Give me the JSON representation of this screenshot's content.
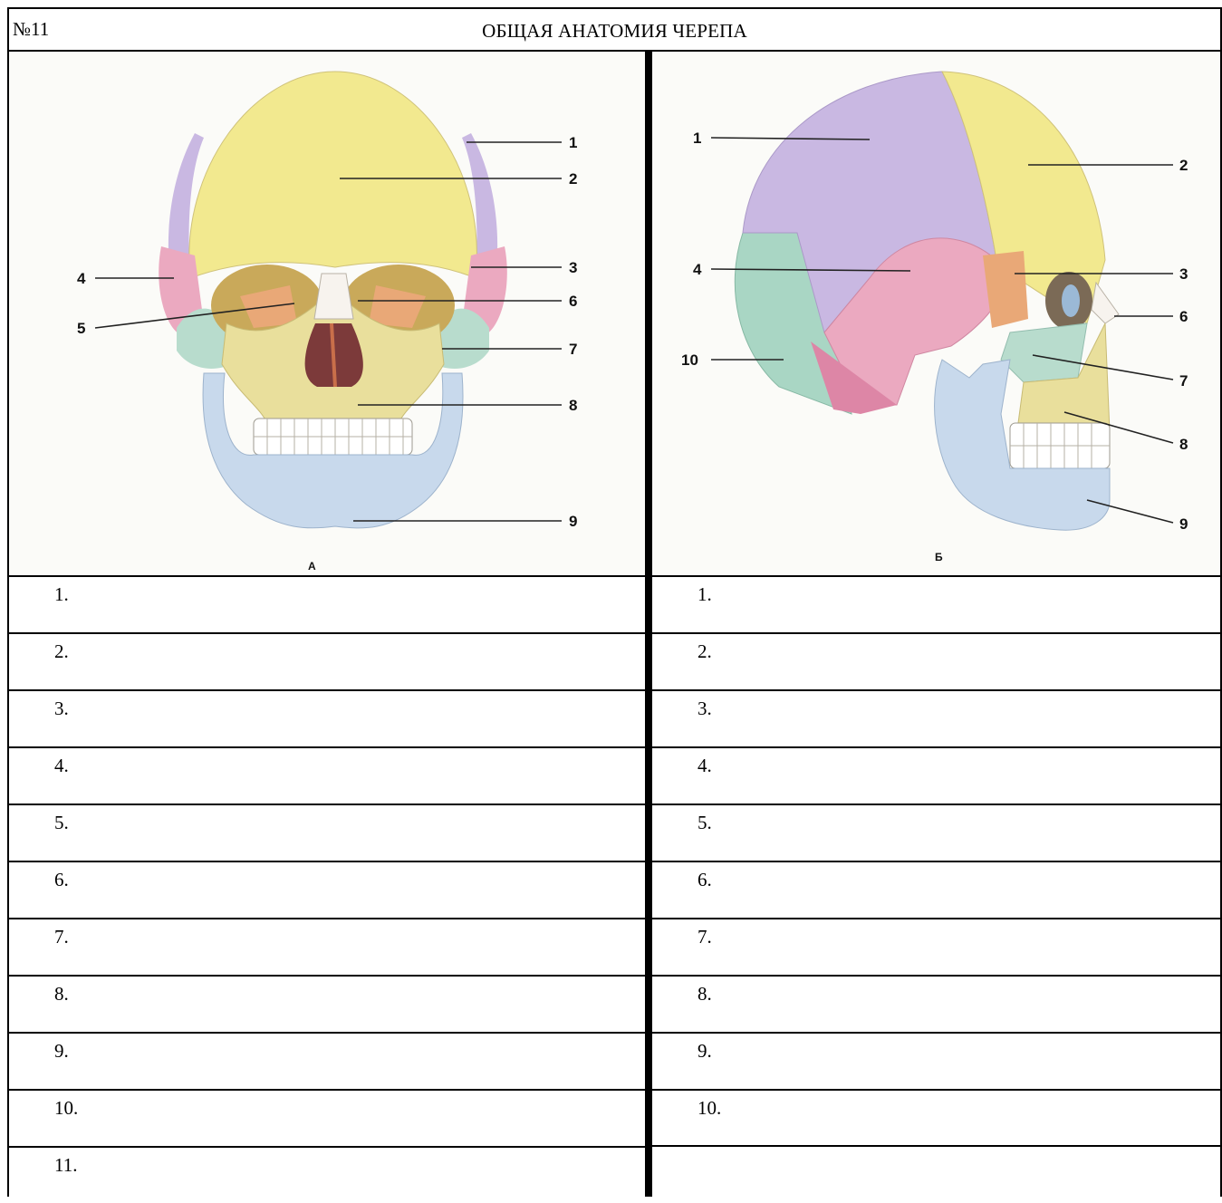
{
  "header": {
    "task_number": "№11",
    "title": "ОБЩАЯ АНАТОМИЯ ЧЕРЕПА"
  },
  "figure_a": {
    "view_letter": "А",
    "callouts": [
      "1",
      "2",
      "3",
      "4",
      "5",
      "6",
      "7",
      "8",
      "9"
    ]
  },
  "figure_b": {
    "view_letter": "Б",
    "callouts": [
      "1",
      "2",
      "3",
      "4",
      "6",
      "7",
      "8",
      "9",
      "10"
    ]
  },
  "answers_left": [
    "1.",
    "2.",
    "3.",
    "4.",
    "5.",
    "6.",
    "7.",
    "8.",
    "9.",
    "10.",
    "11."
  ],
  "answers_right": [
    "1.",
    "2.",
    "3.",
    "4.",
    "5.",
    "6.",
    "7.",
    "8.",
    "9.",
    "10."
  ],
  "colors": {
    "frontal": "#f2e98f",
    "parietal": "#c9b8e2",
    "temporal": "#eba9c0",
    "zygomatic": "#b8dccd",
    "maxilla": "#e9df9c",
    "mandible": "#c8d9ec",
    "sphenoid": "#e9a877",
    "occipital": "#a9d6c4"
  }
}
